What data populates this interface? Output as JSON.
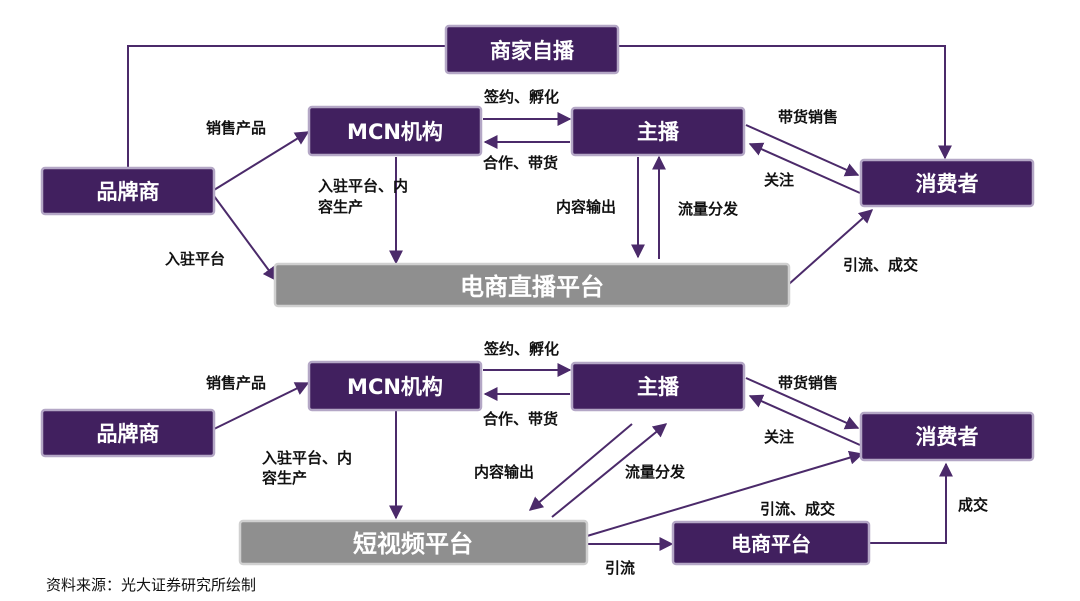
{
  "colors": {
    "purple": "#41205f",
    "purple_border": "#b4a7c6",
    "gray": "#8f8f8f",
    "gray_border": "#d0d0d0",
    "line": "#4b2a6a"
  },
  "top": {
    "boxes": {
      "merchant_live": "商家自播",
      "brand": "品牌商",
      "mcn": "MCN机构",
      "anchor": "主播",
      "consumer": "消费者",
      "platform": "电商直播平台"
    },
    "labels": {
      "sell_products": "销售产品",
      "sign_incubate": "签约、孵化",
      "coop_sell": "合作、带货",
      "sales": "带货销售",
      "follow": "关注",
      "settle_content_1": "入驻平台、内",
      "settle_content_2": "容生产",
      "content_output": "内容输出",
      "traffic": "流量分发",
      "settle": "入驻平台",
      "traffic_deal": "引流、成交"
    }
  },
  "bottom": {
    "boxes": {
      "brand": "品牌商",
      "mcn": "MCN机构",
      "anchor": "主播",
      "consumer": "消费者",
      "short_video": "短视频平台",
      "ecom": "电商平台"
    },
    "labels": {
      "sell_products": "销售产品",
      "sign_incubate": "签约、孵化",
      "coop_sell": "合作、带货",
      "sales": "带货销售",
      "follow": "关注",
      "settle_content_1": "入驻平台、内",
      "settle_content_2": "容生产",
      "content_output": "内容输出",
      "traffic": "流量分发",
      "traffic_deal": "引流、成交",
      "deal": "成交",
      "drain": "引流"
    }
  },
  "source": "资料来源：光大证券研究所绘制"
}
